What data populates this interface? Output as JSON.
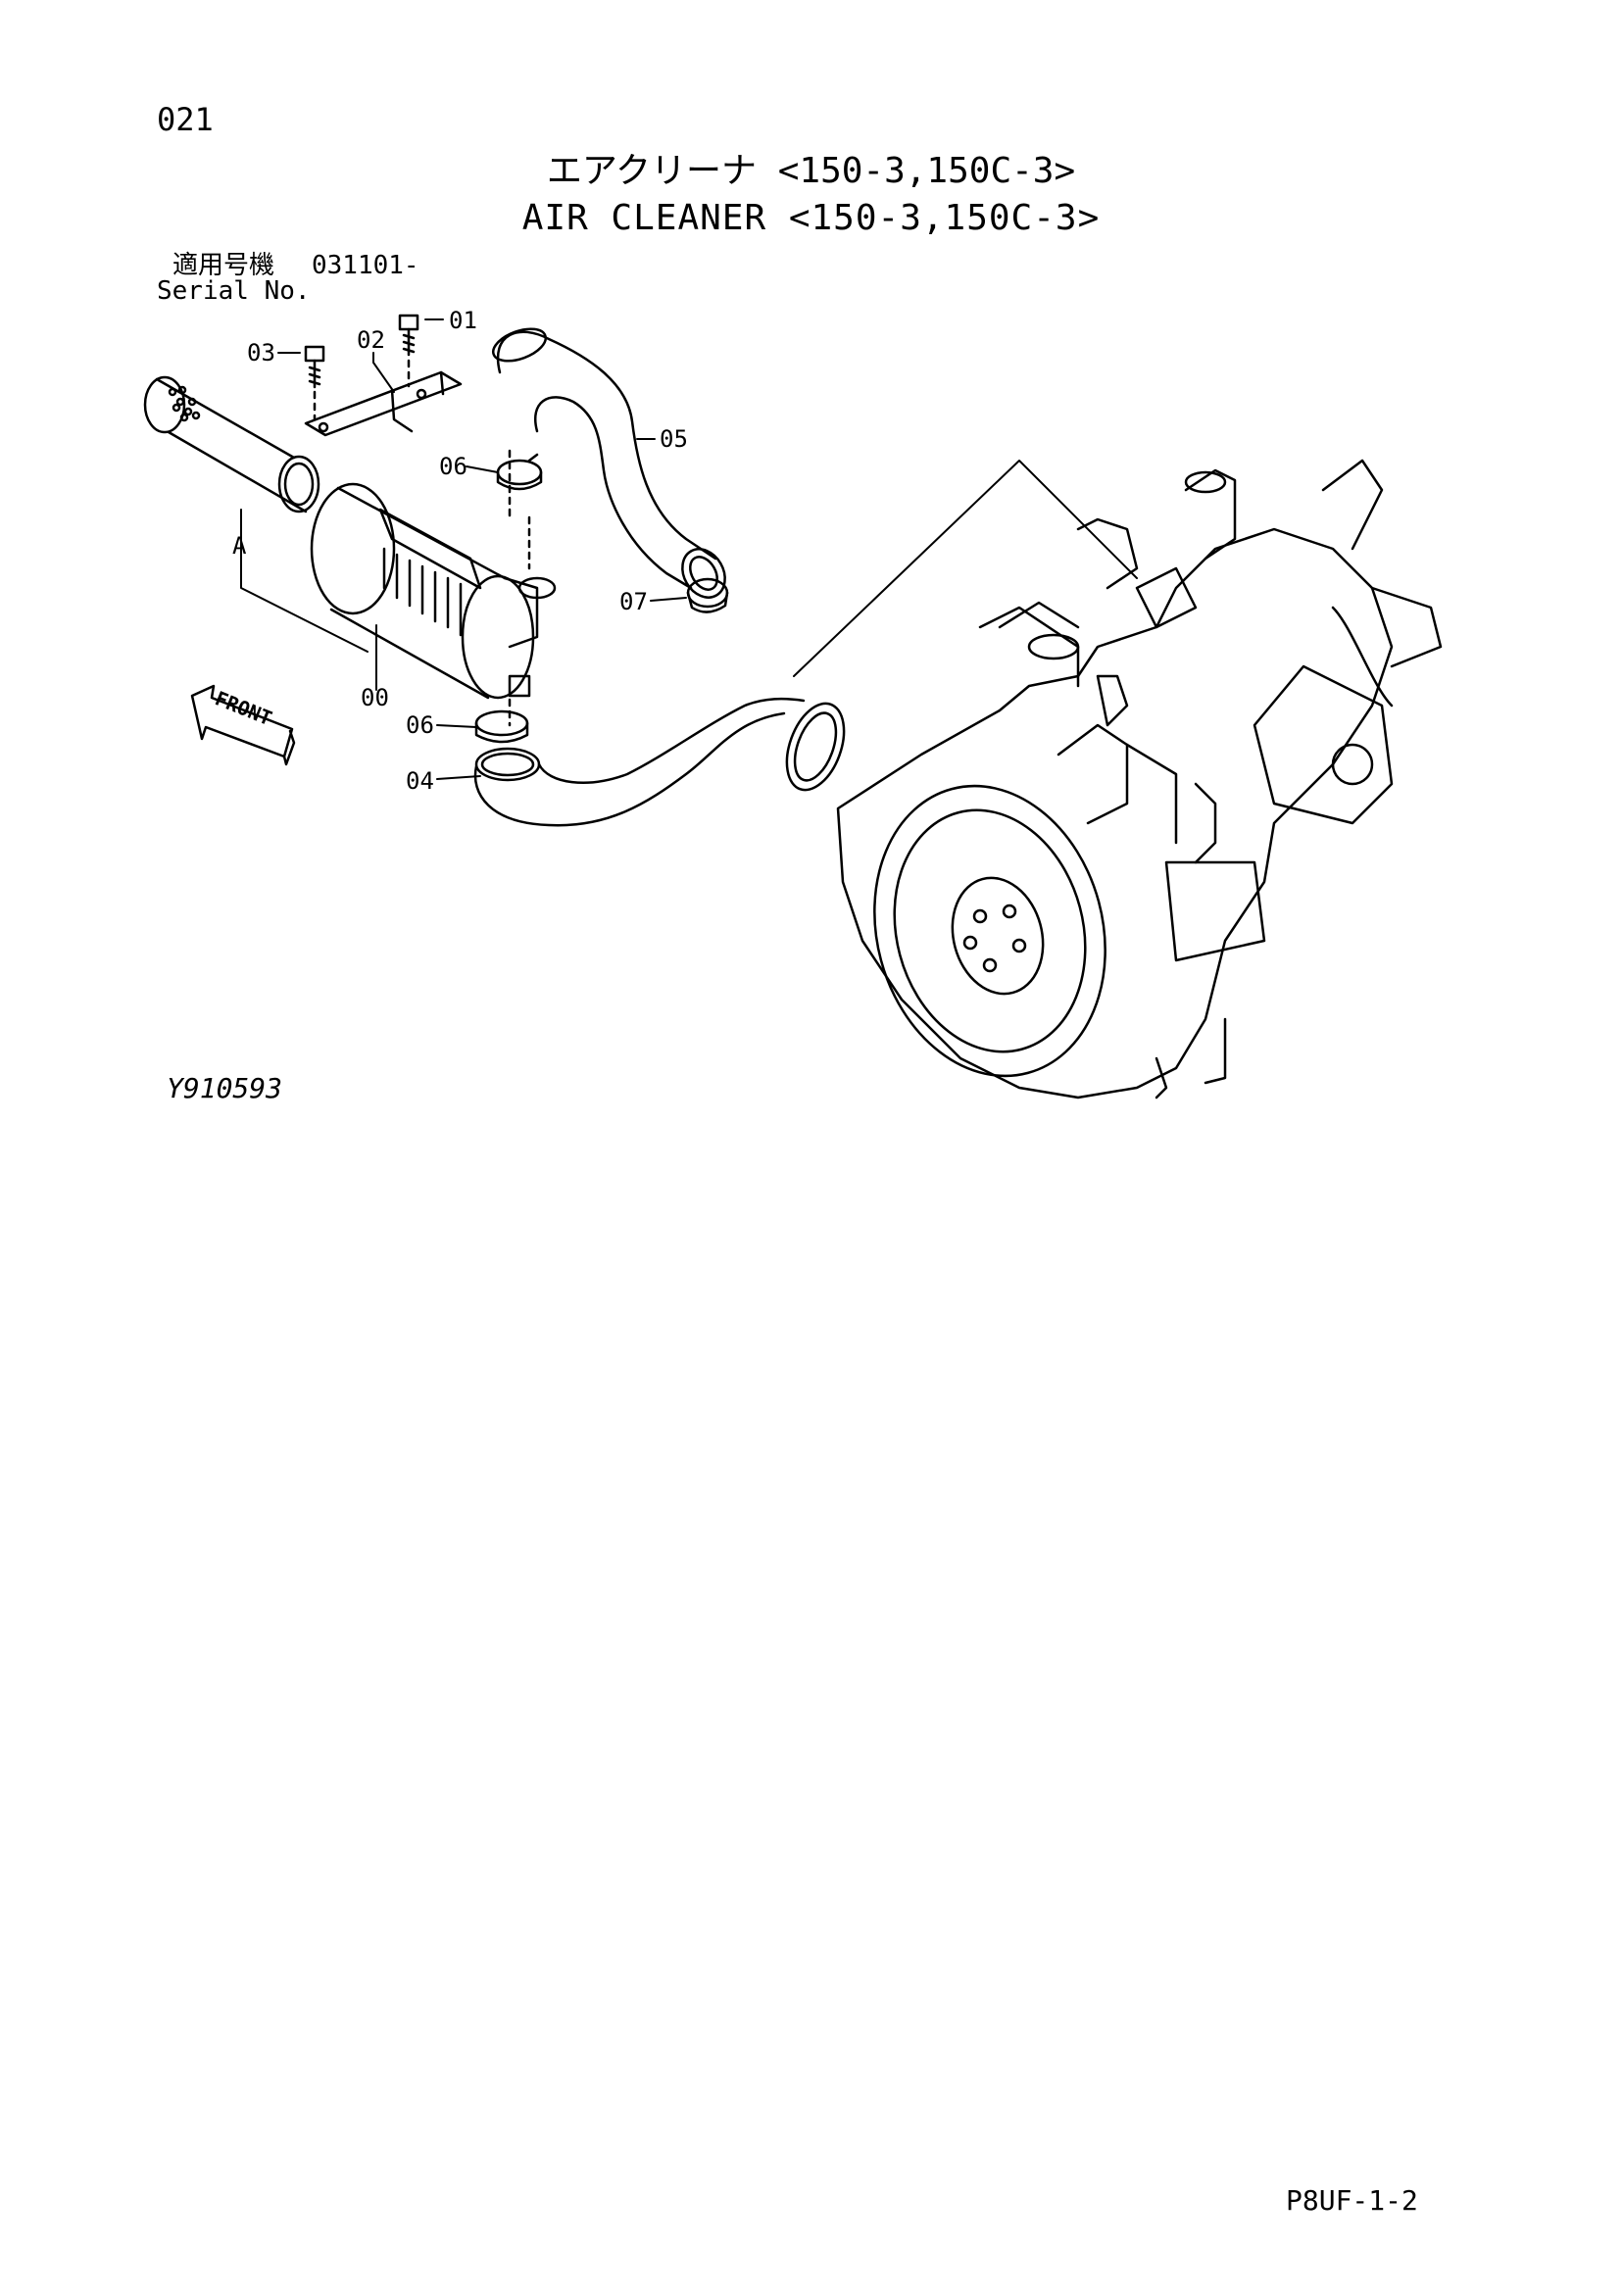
{
  "header": {
    "page_number": "021",
    "title_jp": "エアクリーナ <150-3,150C-3>",
    "title_en": "AIR CLEANER <150-3,150C-3>"
  },
  "serial": {
    "label_jp": "適用号機",
    "label_en": "Serial No.",
    "range": "031101-"
  },
  "diagram": {
    "part_labels": {
      "p00": "00",
      "p01": "01",
      "p02": "02",
      "p03": "03",
      "p04": "04",
      "p05": "05",
      "p06_upper": "06",
      "p06_lower": "06",
      "p07": "07"
    },
    "connection_marker": "A",
    "direction_label": "FRONT"
  },
  "footer": {
    "figure_code": "Y910593",
    "sheet_code": "P8UF-1-2"
  }
}
